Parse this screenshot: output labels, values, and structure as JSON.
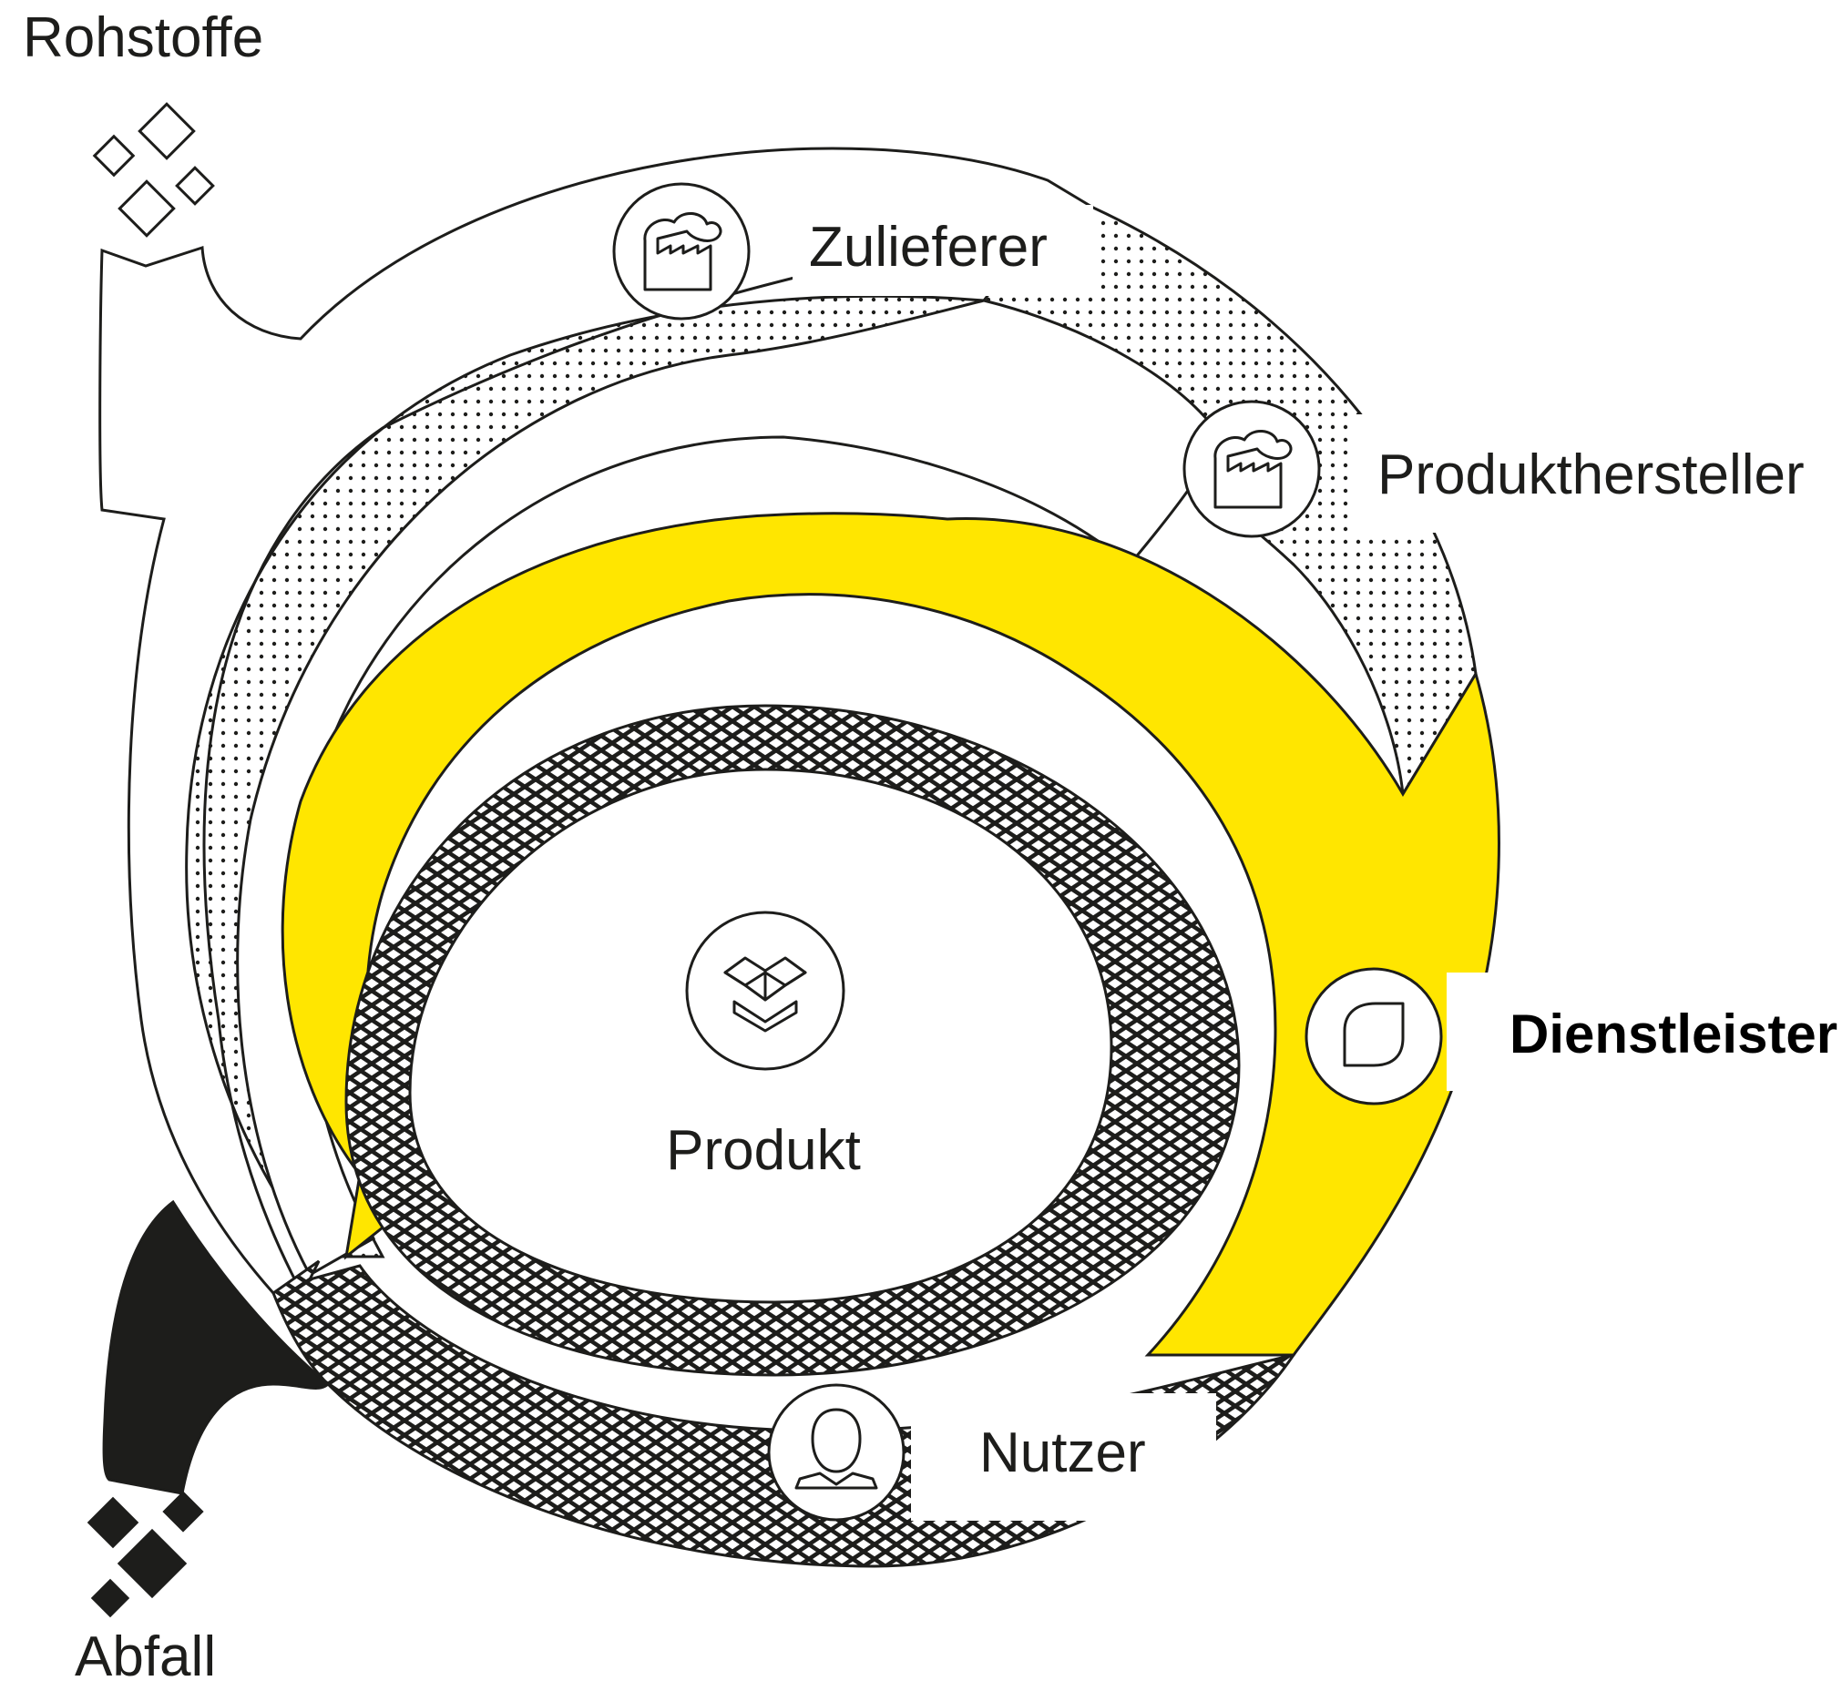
{
  "labels": {
    "rohstoffe": "Rohstoffe",
    "zulieferer": "Zulieferer",
    "produkthersteller": "Produkthersteller",
    "dienstleister": "Dienstleister",
    "produkt": "Produkt",
    "nutzer": "Nutzer",
    "abfall": "Abfall"
  },
  "icons": {
    "zulieferer": "factory-icon",
    "produkthersteller": "factory-icon",
    "dienstleister": "leaf-icon",
    "produkt": "open-box-icon",
    "nutzer": "user-icon"
  },
  "colors": {
    "outline": "#1d1d1b",
    "service_ring": "#ffe600",
    "background": "#ffffff",
    "waste": "#1d1d1b"
  }
}
